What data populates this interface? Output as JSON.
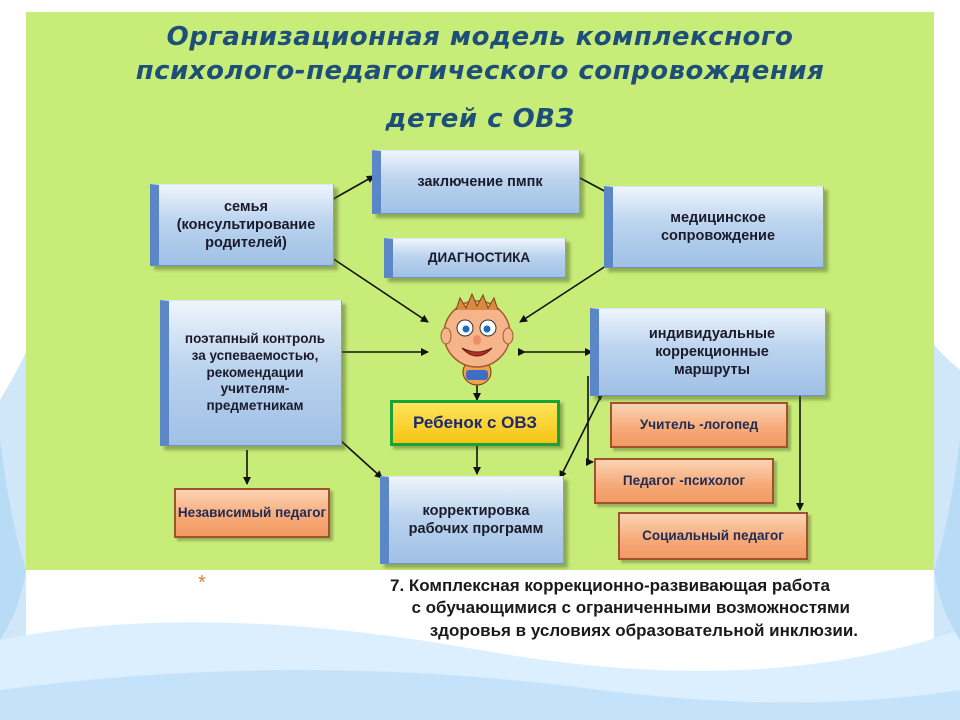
{
  "title": {
    "line1": "Организационная модель комплексного",
    "line2": "психолого-педагогического сопровождения",
    "line3": "детей с ОВЗ"
  },
  "boxes": {
    "pmpk": "заключение пмпк",
    "family": "семья (консультирование родителей)",
    "medical": "медицинское сопровождение",
    "diagnostics": "ДИАГНОСТИКА",
    "control": "поэтапный контроль за успеваемостью, рекомендации учителям-предметникам",
    "routes": "индивидуальные коррекционные маршруты",
    "child": "Ребенок с ОВЗ",
    "independent": "Независимый педагог",
    "programs": "корректировка рабочих программ",
    "logoped": "Учитель -логопед",
    "psychologist": "Педагог -психолог",
    "social": "Социальный педагог"
  },
  "caption": {
    "bullet": "*",
    "line1": "7. Комплексная коррекционно-развивающая работа",
    "line2": "с обучающимися  с ограниченными возможностями",
    "line3": "здоровья в условиях образовательной инклюзии."
  },
  "colors": {
    "panel": "#c8ec78",
    "title": "#1e4f7a",
    "blue_box_accent": "#5b87c7",
    "orange_box": "#f6a977",
    "center_box_fill": "#f6c414",
    "center_box_border": "#15a33a"
  }
}
